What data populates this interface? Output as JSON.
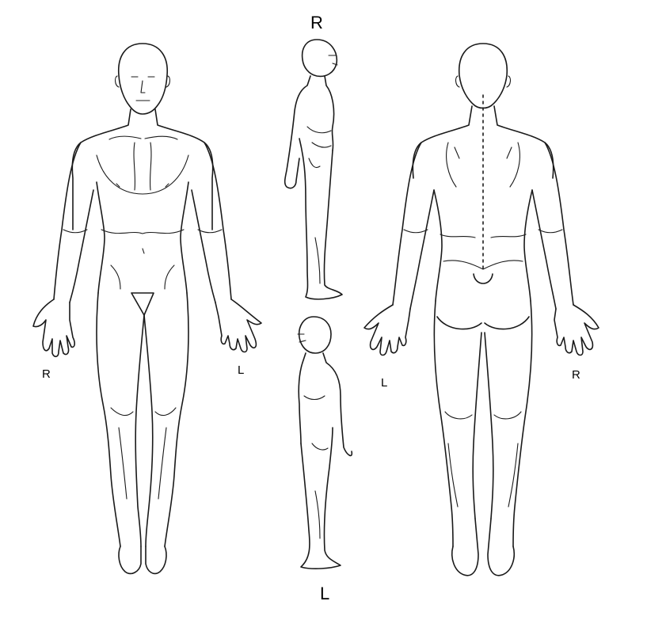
{
  "views": {
    "front": {
      "right_label": "R",
      "left_label": "L"
    },
    "side_right": {
      "label": "R"
    },
    "side_left": {
      "label": "L"
    },
    "back": {
      "left_label": "L",
      "right_label": "R"
    }
  },
  "colors": {
    "line": "#1a1a1a",
    "background": "#ffffff"
  }
}
